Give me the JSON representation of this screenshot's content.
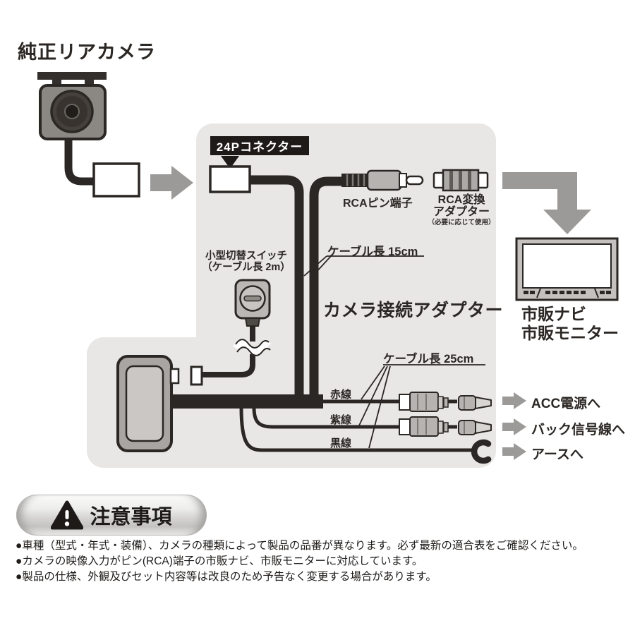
{
  "header": {
    "title": "純正リアカメラ"
  },
  "panel": {
    "connector_label": "24Pコネクター",
    "rca_pin_label": "RCAピン端子",
    "rca_adapter_label_1": "RCA変換",
    "rca_adapter_label_2": "アダプター",
    "rca_adapter_note": "（必要に応じて使用）",
    "cable_length_15": "ケーブル長 15cm",
    "switch_label_1": "小型切替スイッチ",
    "switch_label_2": "（ケーブル長 2m）",
    "adapter_title": "カメラ接続アダプター",
    "cable_length_25": "ケーブル長 25cm",
    "wires": [
      {
        "label": "赤線",
        "destination": "ACC電源へ"
      },
      {
        "label": "紫線",
        "destination": "バック信号線へ"
      },
      {
        "label": "黒線",
        "destination": "アースへ"
      }
    ]
  },
  "monitor": {
    "label_1": "市販ナビ",
    "label_2": "市販モニター"
  },
  "notice": {
    "title": "注意事項",
    "items": [
      "●車種（型式・年式・装備）、カメラの種類によって製品の品番が異なります。必ず最新の適合表をご確認ください。",
      "●カメラの映像入力がピン(RCA)端子の市販ナビ、市販モニターに対応しています。",
      "●製品の仕様、外観及びセット内容等は改良のため予告なく変更する場合があります。"
    ]
  },
  "colors": {
    "ink": "#2b2724",
    "panel_gray": "#e8e7e5",
    "arrow_gray": "#9c9a98"
  }
}
